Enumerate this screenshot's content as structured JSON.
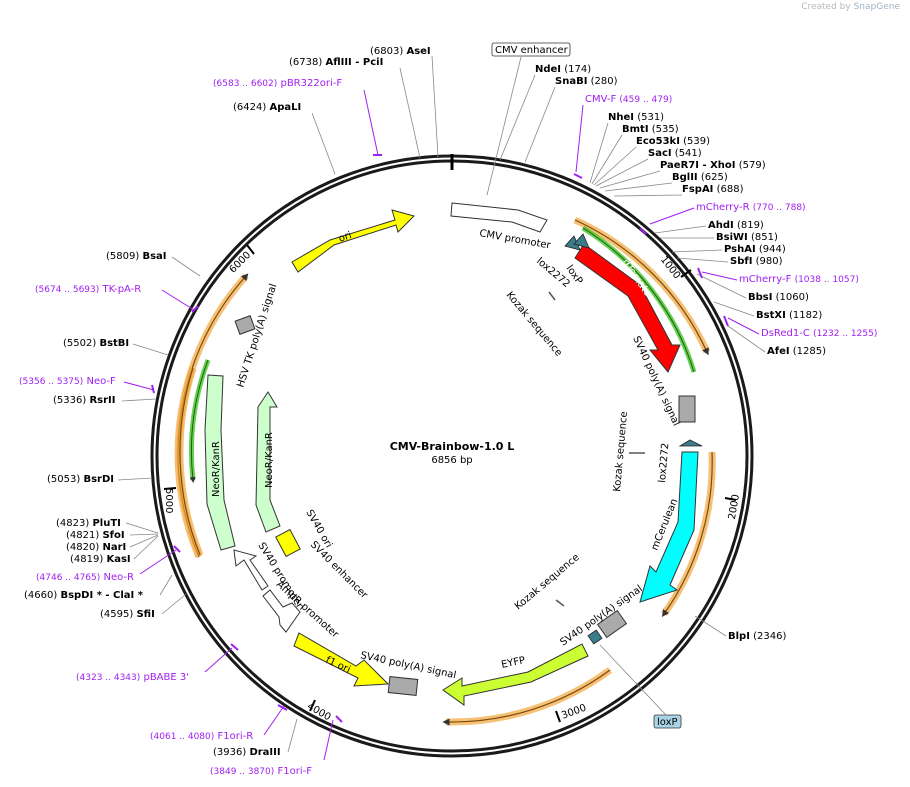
{
  "credit": {
    "prefix": "Created by",
    "brand": "SnapGene"
  },
  "plasmid": {
    "name": "CMV-Brainbow-1.0 L",
    "length": "6856 bp"
  },
  "colors": {
    "primer": "#a020f0",
    "primer_arrow": "#f2a63a",
    "green_arrow": "#34c018",
    "yellow_feature": "#ffff00",
    "red_feature": "#ff0000",
    "cyan_feature": "#00ffff",
    "lime_feature": "#ccff33",
    "neo_feature": "#ccffcc",
    "terminator": "#aaaaaa",
    "lox": "#3b7d8a",
    "lox_label_bg": "#aad4e6"
  },
  "scale_ticks": [
    "1000",
    "2000",
    "3000",
    "4000",
    "5000",
    "6000"
  ],
  "enzymes": [
    {
      "name": "AseI",
      "pos": "(6803)"
    },
    {
      "name": "AflIII  - PciI",
      "pos": "(6738)"
    },
    {
      "name": "ApaLI",
      "pos": "(6424)"
    },
    {
      "name": "NdeI",
      "pos": "(174)"
    },
    {
      "name": "SnaBI",
      "pos": "(280)"
    },
    {
      "name": "NheI",
      "pos": "(531)"
    },
    {
      "name": "BmtI",
      "pos": "(535)"
    },
    {
      "name": "Eco53kI",
      "pos": "(539)"
    },
    {
      "name": "SacI",
      "pos": "(541)"
    },
    {
      "name": "PaeR7I  - XhoI",
      "pos": "(579)"
    },
    {
      "name": "BglII",
      "pos": "(625)"
    },
    {
      "name": "FspAI",
      "pos": "(688)"
    },
    {
      "name": "AhdI",
      "pos": "(819)"
    },
    {
      "name": "BsiWI",
      "pos": "(851)"
    },
    {
      "name": "PshAI",
      "pos": "(944)"
    },
    {
      "name": "SbfI",
      "pos": "(980)"
    },
    {
      "name": "BbsI",
      "pos": "(1060)"
    },
    {
      "name": "BstXI",
      "pos": "(1182)"
    },
    {
      "name": "AfeI",
      "pos": "(1285)"
    },
    {
      "name": "BlpI",
      "pos": "(2346)"
    },
    {
      "name": "BsaI",
      "pos": "(5809)"
    },
    {
      "name": "BstBI",
      "pos": "(5502)"
    },
    {
      "name": "RsrII",
      "pos": "(5336)"
    },
    {
      "name": "BsrDI",
      "pos": "(5053)"
    },
    {
      "name": "PluTI",
      "pos": "(4823)"
    },
    {
      "name": "SfoI",
      "pos": "(4821)"
    },
    {
      "name": "NarI",
      "pos": "(4820)"
    },
    {
      "name": "KasI",
      "pos": "(4819)"
    },
    {
      "name": "BspDI *  - ClaI *",
      "pos": "(4660)"
    },
    {
      "name": "SfiI",
      "pos": "(4595)"
    },
    {
      "name": "DraIII",
      "pos": "(3936)"
    }
  ],
  "primers": [
    {
      "name": "pBR322ori-F",
      "range": "(6583 .. 6602)"
    },
    {
      "name": "CMV-F",
      "range": "(459 .. 479)"
    },
    {
      "name": "mCherry-R",
      "range": "(770 .. 788)"
    },
    {
      "name": "mCherry-F",
      "range": "(1038 .. 1057)"
    },
    {
      "name": "DsRed1-C",
      "range": "(1232 .. 1255)"
    },
    {
      "name": "TK-pA-R",
      "range": "(5674 .. 5693)"
    },
    {
      "name": "Neo-F",
      "range": "(5356 .. 5375)"
    },
    {
      "name": "Neo-R",
      "range": "(4746 .. 4765)"
    },
    {
      "name": "pBABE 3'",
      "range": "(4323 .. 4343)"
    },
    {
      "name": "F1ori-R",
      "range": "(4061 .. 4080)"
    },
    {
      "name": "F1ori-F",
      "range": "(3849 .. 3870)"
    }
  ],
  "features": {
    "cmv_enhancer": "CMV enhancer",
    "cmv_promoter": "CMV promoter",
    "loxp": "loxP",
    "lox2272": "lox2272",
    "dtomato": "dTomato",
    "kozak": "Kozak sequence",
    "sv40_polya": "SV40 poly(A) signal",
    "mcerulean": "mCerulean",
    "eyfp": "EYFP",
    "f1_ori": "f1 ori",
    "ampr_promoter": "AmpR promoter",
    "sv40_promoter": "SV40 promoter",
    "sv40_ori": "SV40 ori",
    "sv40_enhancer": "SV40 enhancer",
    "neor_kanr": "NeoR/KanR",
    "hsv_tk_polya": "HSV TK poly(A) signal",
    "ori": "ori"
  }
}
